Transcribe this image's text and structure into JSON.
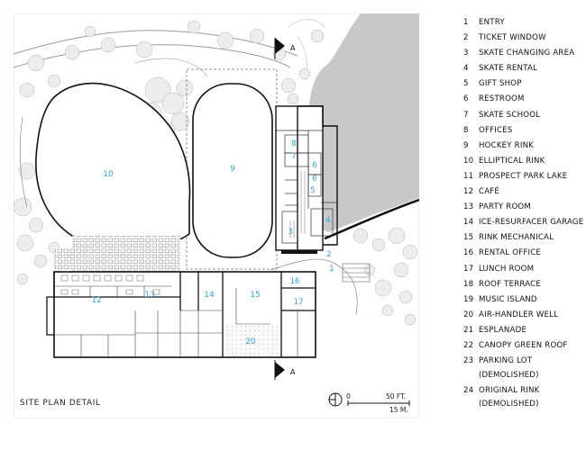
{
  "caption": "SITE PLAN DETAIL",
  "section_mark": "A",
  "scale": {
    "zero": "0",
    "feet": "50 FT.",
    "meters": "15 M."
  },
  "plan_labels": {
    "n1": "1",
    "n2": "2",
    "n3": "3",
    "n4": "4",
    "n5": "5",
    "n6": "6",
    "n7": "7",
    "n8": "8",
    "n9": "9",
    "n10": "10",
    "n12": "12",
    "n13": "13",
    "n14": "14",
    "n15": "15",
    "n16": "16",
    "n17": "17",
    "n20": "20"
  },
  "legend": [
    {
      "num": "1",
      "label": "ENTRY"
    },
    {
      "num": "2",
      "label": "TICKET WINDOW"
    },
    {
      "num": "3",
      "label": "SKATE CHANGING AREA"
    },
    {
      "num": "4",
      "label": "SKATE RENTAL"
    },
    {
      "num": "5",
      "label": "GIFT SHOP"
    },
    {
      "num": "6",
      "label": "RESTROOM"
    },
    {
      "num": "7",
      "label": "SKATE SCHOOL"
    },
    {
      "num": "8",
      "label": "OFFICES"
    },
    {
      "num": "9",
      "label": "HOCKEY RINK"
    },
    {
      "num": "10",
      "label": "ELLIPTICAL RINK"
    },
    {
      "num": "11",
      "label": "PROSPECT PARK LAKE"
    },
    {
      "num": "12",
      "label": "CAFÉ"
    },
    {
      "num": "13",
      "label": "PARTY ROOM"
    },
    {
      "num": "14",
      "label": "ICE-RESURFACER GARAGE"
    },
    {
      "num": "15",
      "label": "RINK MECHANICAL"
    },
    {
      "num": "16",
      "label": "RENTAL OFFICE"
    },
    {
      "num": "17",
      "label": "LUNCH ROOM"
    },
    {
      "num": "18",
      "label": "ROOF TERRACE"
    },
    {
      "num": "19",
      "label": "MUSIC ISLAND"
    },
    {
      "num": "20",
      "label": "AIR-HANDLER WELL"
    },
    {
      "num": "21",
      "label": "ESPLANADE"
    },
    {
      "num": "22",
      "label": "CANOPY GREEN ROOF"
    },
    {
      "num": "23",
      "label": "PARKING LOT (DEMOLISHED)"
    },
    {
      "num": "24",
      "label": "ORIGINAL RINK (DEMOLISHED)"
    }
  ],
  "colors": {
    "lake": "#c8c8ca",
    "panel": "#ffffff",
    "accent": "#2fa4d8",
    "line": "#222222"
  }
}
